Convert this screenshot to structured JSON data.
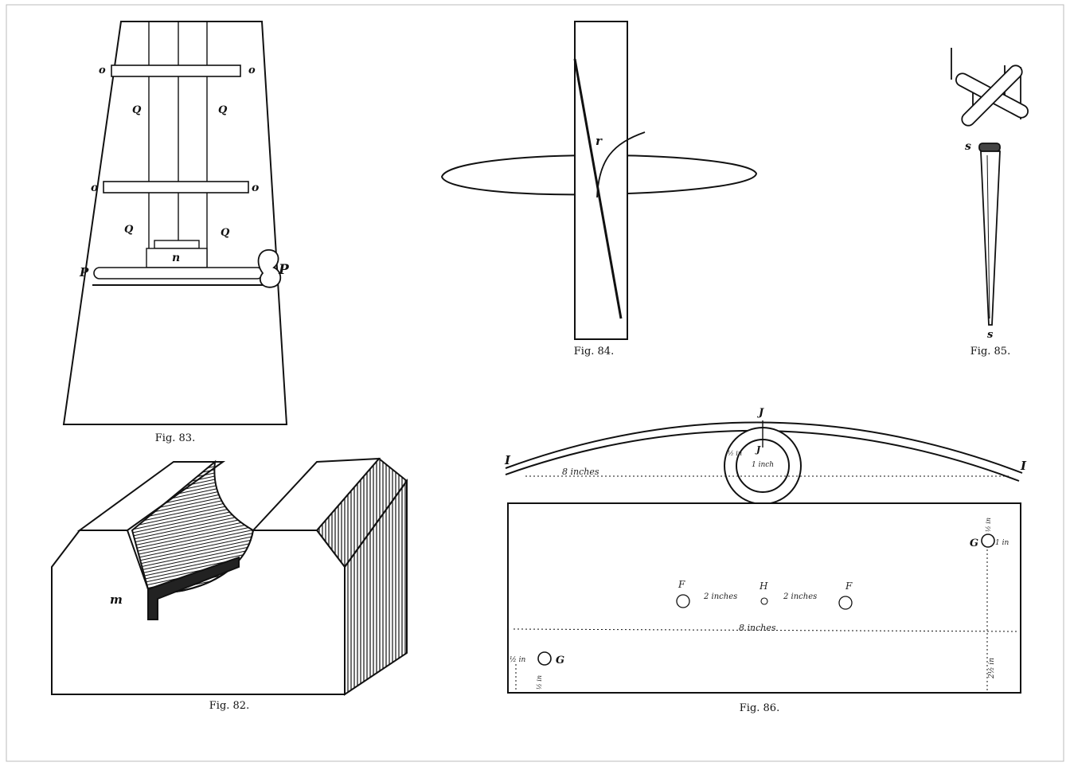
{
  "colors": {
    "ink": "#111111",
    "paper": "#ffffff"
  },
  "fig83": {
    "caption": "Fig. 83.",
    "labels": {
      "o_tl": "o",
      "o_tr": "o",
      "Q_1": "Q",
      "Q_2": "Q",
      "o_ml": "o",
      "o_mr": "o",
      "Q_3": "Q",
      "Q_4": "Q",
      "n": "n",
      "P_left": "P",
      "P_right": "P"
    }
  },
  "fig84": {
    "caption": "Fig. 84.",
    "labels": {
      "r": "r"
    }
  },
  "fig85": {
    "caption": "Fig. 85.",
    "labels": {
      "s_top": "s",
      "s_bottom": "s"
    }
  },
  "fig82": {
    "caption": "Fig. 82.",
    "labels": {
      "m": "m"
    }
  },
  "fig86": {
    "caption": "Fig. 86.",
    "labels": {
      "I_left": "I",
      "I_right": "I",
      "J_top": "J",
      "J_inner": "J",
      "eight_inches_top": "8 inches",
      "half_in": "½ in",
      "one_inch": "1 inch",
      "G_right": "G",
      "G_left": "G",
      "one_in_right": "1 in",
      "half_in_right_v": "½ in",
      "F_left": "F",
      "F_right": "F",
      "H": "H",
      "two_inches_left": "2 inches",
      "two_inches_right": "2 inches",
      "eight_inches_bottom": "8 inches",
      "half_in_left": "½ in",
      "half_in_left_v": "½ in",
      "two_half_in": "2½ in"
    }
  }
}
